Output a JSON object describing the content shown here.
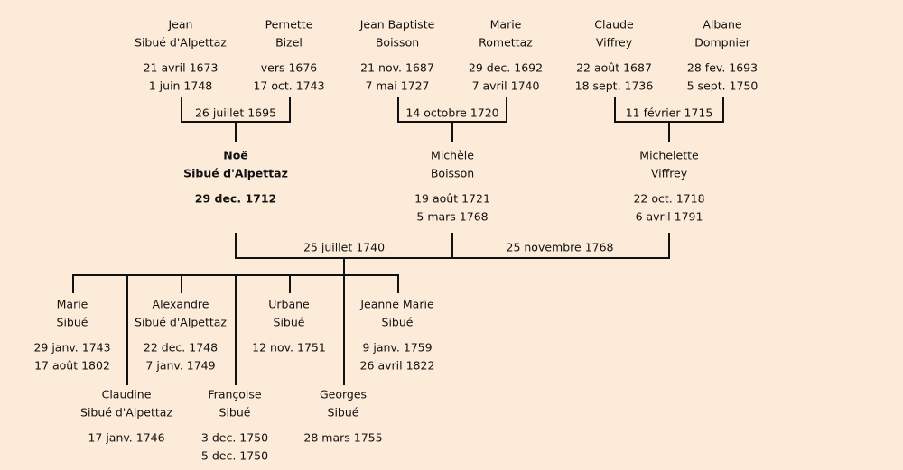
{
  "persons": [
    {
      "id": "jean-sibue",
      "lines": [
        "Jean",
        "Sibué d'Alpettaz"
      ],
      "dates": [
        "21 avril 1673",
        "1 juin 1748"
      ]
    },
    {
      "id": "pernette-bizel",
      "lines": [
        "Pernette",
        "Bizel"
      ],
      "dates": [
        "vers 1676",
        "17 oct. 1743"
      ]
    },
    {
      "id": "jean-baptiste-boisson",
      "lines": [
        "Jean Baptiste",
        "Boisson"
      ],
      "dates": [
        "21 nov. 1687",
        "7 mai 1727"
      ]
    },
    {
      "id": "marie-romettaz",
      "lines": [
        "Marie",
        "Romettaz"
      ],
      "dates": [
        "29 dec. 1692",
        "7 avril 1740"
      ]
    },
    {
      "id": "claude-viffrey",
      "lines": [
        "Claude",
        "Viffrey"
      ],
      "dates": [
        "22 août 1687",
        "18 sept. 1736"
      ]
    },
    {
      "id": "albane-dompnier",
      "lines": [
        "Albane",
        "Dompnier"
      ],
      "dates": [
        "28 fev. 1693",
        "5 sept. 1750"
      ]
    },
    {
      "id": "noe-sibue",
      "lines": [
        "Noë",
        "Sibué d'Alpettaz"
      ],
      "dates": [
        "29 dec. 1712"
      ],
      "bold": true
    },
    {
      "id": "michele-boisson",
      "lines": [
        "Michèle",
        "Boisson"
      ],
      "dates": [
        "19 août 1721",
        "5 mars 1768"
      ]
    },
    {
      "id": "michelette-viffrey",
      "lines": [
        "Michelette",
        "Viffrey"
      ],
      "dates": [
        "22 oct. 1718",
        "6 avril 1791"
      ]
    },
    {
      "id": "marie-sibue",
      "lines": [
        "Marie",
        "Sibué"
      ],
      "dates": [
        "29 janv. 1743",
        "17 août 1802"
      ]
    },
    {
      "id": "alexandre-sibue",
      "lines": [
        "Alexandre",
        "Sibué d'Alpettaz"
      ],
      "dates": [
        "22 dec. 1748",
        "7 janv. 1749"
      ]
    },
    {
      "id": "urbane-sibue",
      "lines": [
        "Urbane",
        "Sibué"
      ],
      "dates": [
        "12 nov. 1751"
      ]
    },
    {
      "id": "jeanne-marie-sibue",
      "lines": [
        "Jeanne Marie",
        "Sibué"
      ],
      "dates": [
        "9 janv. 1759",
        "26 avril 1822"
      ]
    },
    {
      "id": "claudine-sibue",
      "lines": [
        "Claudine",
        "Sibué d'Alpettaz"
      ],
      "dates": [
        "17 janv. 1746"
      ]
    },
    {
      "id": "francoise-sibue",
      "lines": [
        "Françoise",
        "Sibué"
      ],
      "dates": [
        "3 dec. 1750",
        "5 dec. 1750"
      ]
    },
    {
      "id": "georges-sibue",
      "lines": [
        "Georges",
        "Sibué"
      ],
      "dates": [
        "28 mars 1755"
      ]
    }
  ],
  "marriages": [
    {
      "id": "jean-pernette",
      "date": "26 juillet 1695"
    },
    {
      "id": "jeanbaptiste-marie",
      "date": "14 octobre 1720"
    },
    {
      "id": "claude-albane",
      "date": "11 février 1715"
    },
    {
      "id": "noe-michele",
      "date": "25 juillet 1740"
    },
    {
      "id": "noe-michelette",
      "date": "25 novembre 1768"
    }
  ]
}
